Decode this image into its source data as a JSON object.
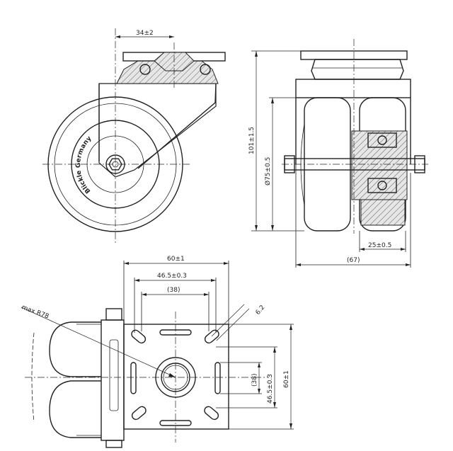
{
  "side_view": {
    "top_width": "34±2",
    "brand_text": "Blickle Germany"
  },
  "front_view": {
    "height": "101±1.5",
    "wheel_diameter": "Ø75±0.5",
    "wheel_width": "25±0.5",
    "overall_width": "(67)"
  },
  "plate_view": {
    "plate_width": "60±1",
    "hole_spacing": "46.5±0.3",
    "slot_spacing": "(38)",
    "plate_height": "60±1",
    "hole_spacing_vertical": "46.5±0.3",
    "slot_spacing_vertical": "(38)",
    "hole_size": "6.2",
    "swivel_radius": "max R78"
  }
}
